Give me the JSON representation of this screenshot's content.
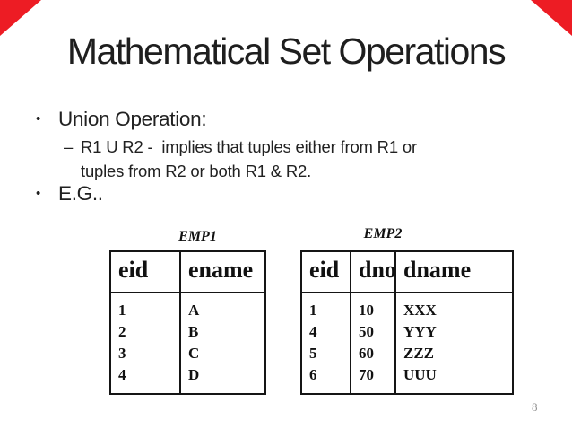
{
  "slide": {
    "title": "Mathematical Set Operations",
    "page_number": "8",
    "accent_color": "#ed1c24",
    "bullet_glyph": "•"
  },
  "bullets": {
    "union_label": "Union Operation:",
    "sub_dash": "–",
    "sub_line1": "R1 U R2 -  implies that tuples either from R1 or",
    "sub_line2": "tuples from R2 or both R1 & R2.",
    "eg_label": "E.G.."
  },
  "tables": {
    "emp1": {
      "caption": "EMP1",
      "headers": [
        "eid",
        "ename"
      ],
      "rows": [
        [
          "1",
          "A"
        ],
        [
          "2",
          "B"
        ],
        [
          "3",
          "C"
        ],
        [
          "4",
          "D"
        ]
      ]
    },
    "emp2": {
      "caption": "EMP2",
      "headers": [
        "eid",
        "dno",
        "dname"
      ],
      "rows": [
        [
          "1",
          "10",
          "XXX"
        ],
        [
          "4",
          "50",
          "YYY"
        ],
        [
          "5",
          "60",
          "ZZZ"
        ],
        [
          "6",
          "70",
          "UUU"
        ]
      ]
    }
  }
}
